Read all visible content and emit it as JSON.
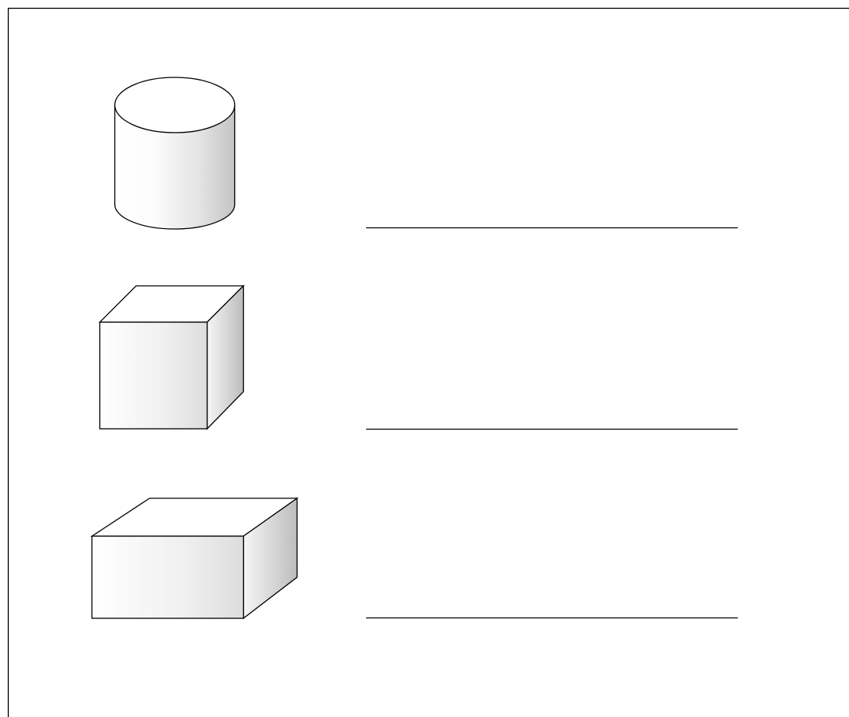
{
  "worksheet": {
    "items": [
      {
        "shape": "cylinder",
        "answer": ""
      },
      {
        "shape": "cube",
        "answer": ""
      },
      {
        "shape": "cuboid",
        "answer": ""
      }
    ]
  },
  "colors": {
    "stroke": "#000000",
    "background": "#ffffff",
    "shade_light": "#fdfdfd",
    "shade_dark": "#bdbdbd"
  }
}
